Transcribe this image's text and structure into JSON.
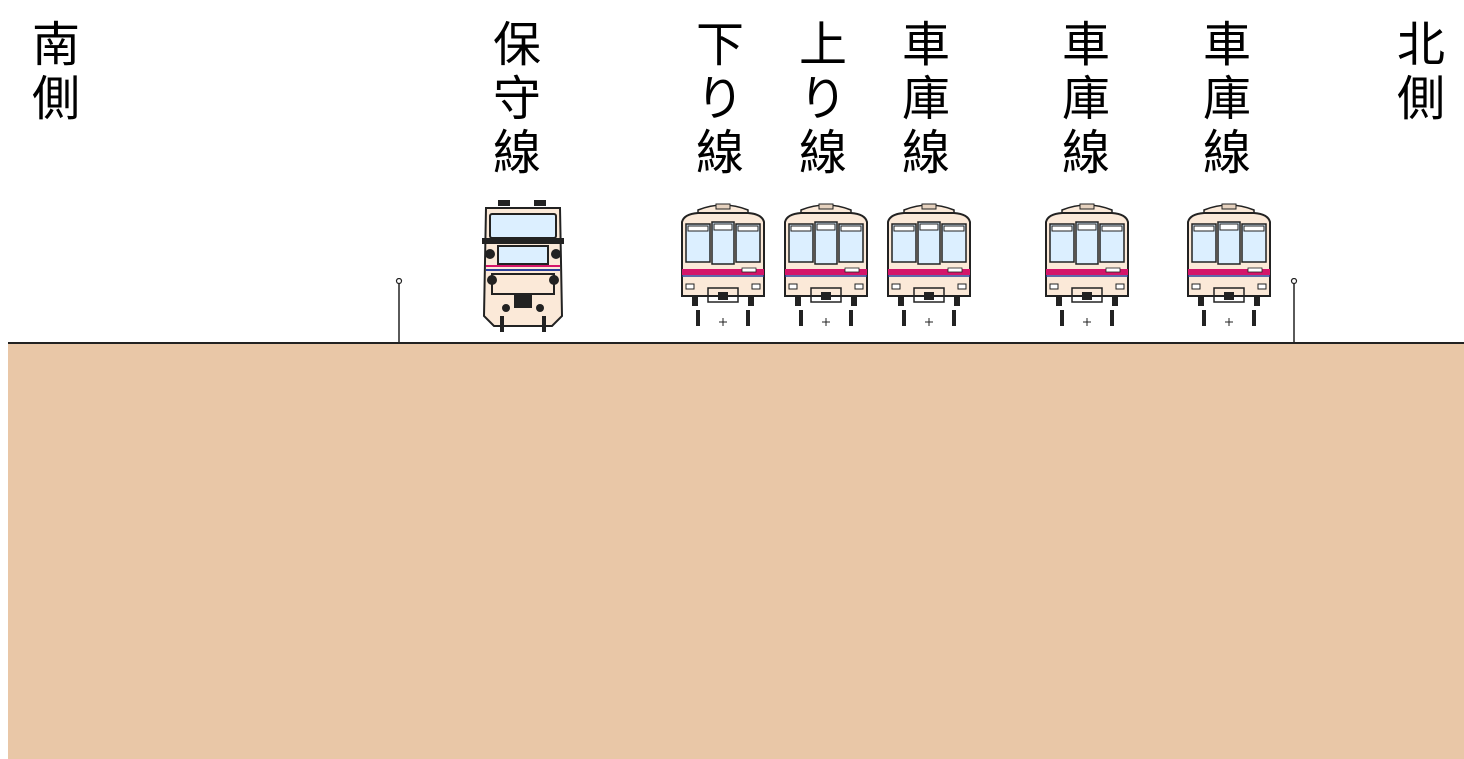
{
  "labels": {
    "south": "南側",
    "maintenance": "保守線",
    "down": "下り線",
    "up": "上り線",
    "depot1": "車庫線",
    "depot2": "車庫線",
    "depot3": "車庫線",
    "north": "北側"
  },
  "colors": {
    "ground": "#e9c7a7",
    "train_body": "#fbe9d8",
    "window": "#dcefff",
    "stripe": "#d4156a",
    "stripe2": "#2a3f9a"
  },
  "icons": [
    "maintenance-train-icon",
    "commuter-train-icon",
    "catenary-pole-icon"
  ]
}
